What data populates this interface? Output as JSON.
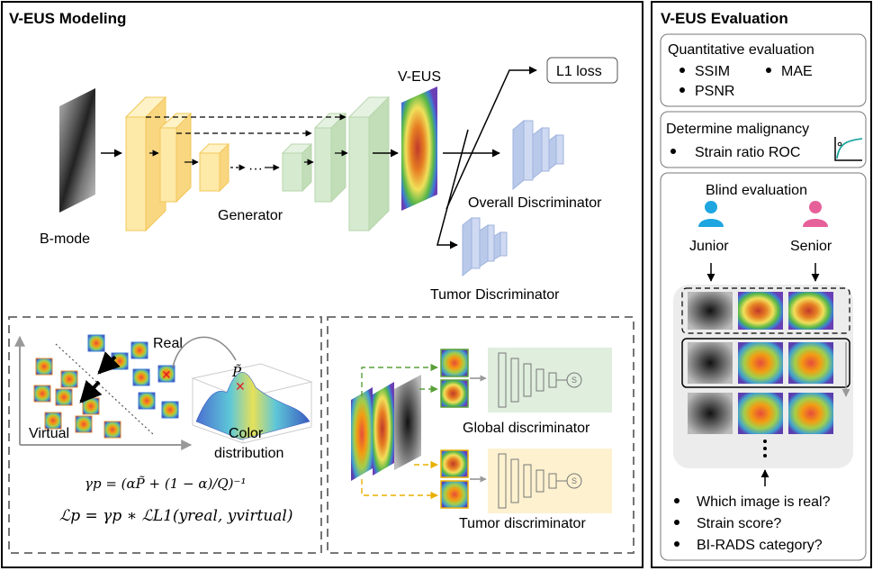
{
  "left_panel": {
    "title": "V-EUS Modeling",
    "bmode_label": "B-mode",
    "generator_label": "Generator",
    "veus_label": "V-EUS",
    "ellipsis": "···",
    "l1_loss": "L1 loss",
    "overall_discriminator": "Overall Discriminator",
    "tumor_discriminator": "Tumor Discriminator"
  },
  "color_panel": {
    "real_label": "Real",
    "virtual_label": "Virtual",
    "color_distribution": "Color distribution",
    "p_tilde": "P̃",
    "gamma_formula": "γp = (αP̃ + (1 − α)/Q)⁻¹",
    "loss_formula": "ℒp = γp ∗ ℒL1(yreal, yvirtual)"
  },
  "disc_panel": {
    "global_label": "Global discriminator",
    "tumor_label": "Tumor discriminator",
    "sigmoid_symbol": "S"
  },
  "right_panel": {
    "title": "V-EUS Evaluation",
    "quant_title": "Quantitative evaluation",
    "quant_items": [
      "SSIM",
      "MAE",
      "PSNR"
    ],
    "malig_title": "Determine malignancy",
    "malig_items": [
      "Strain ratio ROC"
    ],
    "blind_title": "Blind evaluation",
    "junior": "Junior",
    "senior": "Senior",
    "questions": [
      "Which image is real?",
      "Strain score?",
      "BI-RADS category?"
    ]
  },
  "colors": {
    "junior_icon": "#1fa6e0",
    "senior_icon": "#e6609a",
    "encoder": "#fde9a8",
    "decoder": "#cfe5c6",
    "discriminator": "#b9c9ea",
    "global_bg": "#dfeedd",
    "tumor_bg": "#fdf1cf"
  }
}
